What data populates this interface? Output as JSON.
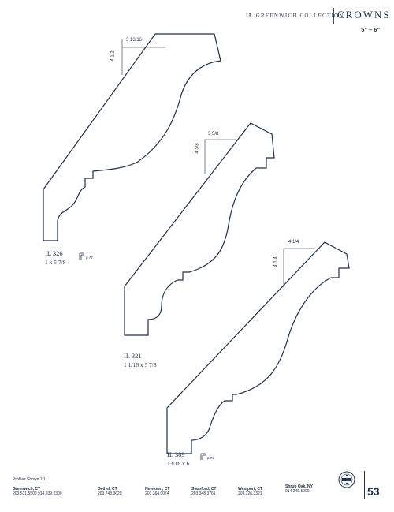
{
  "header": {
    "brand_mark": "IL",
    "collection": "GREENWICH COLLECTION",
    "section": "CROWNS",
    "size_range": "5\" – 6\""
  },
  "profiles": [
    {
      "code": "IL 326",
      "size": "1 x 5 7/8",
      "page_ref": "p.77",
      "dim_width": "3 13/16",
      "dim_height": "4 1/2"
    },
    {
      "code": "IL 321",
      "size": "1 1/16 x 5 7/8",
      "dim_width": "3 5/8",
      "dim_height": "4 5/8"
    },
    {
      "code": "IL 389",
      "size": "13/16 x 6",
      "page_ref": "p.78",
      "dim_width": "4 1/4",
      "dim_height": "4 1/4"
    }
  ],
  "footer": {
    "note": "Profiles Shown 1:1",
    "locations": [
      {
        "city": "Greenwich, CT",
        "phone": "203.531.5500  914.939.2300"
      },
      {
        "city": "Bethel, CT",
        "phone": "203.748.3629"
      },
      {
        "city": "Newtown, CT",
        "phone": "203.364.0074"
      },
      {
        "city": "Stamford, CT",
        "phone": "203.348.3761"
      },
      {
        "city": "Westport, CT",
        "phone": "203.226.3321"
      },
      {
        "city": "Shrub Oak, NY",
        "phone": "914.245.5000"
      }
    ],
    "logo_icon": "company-seal-icon",
    "page_number": "53"
  },
  "colors": {
    "ink": "#1f2f4a"
  }
}
